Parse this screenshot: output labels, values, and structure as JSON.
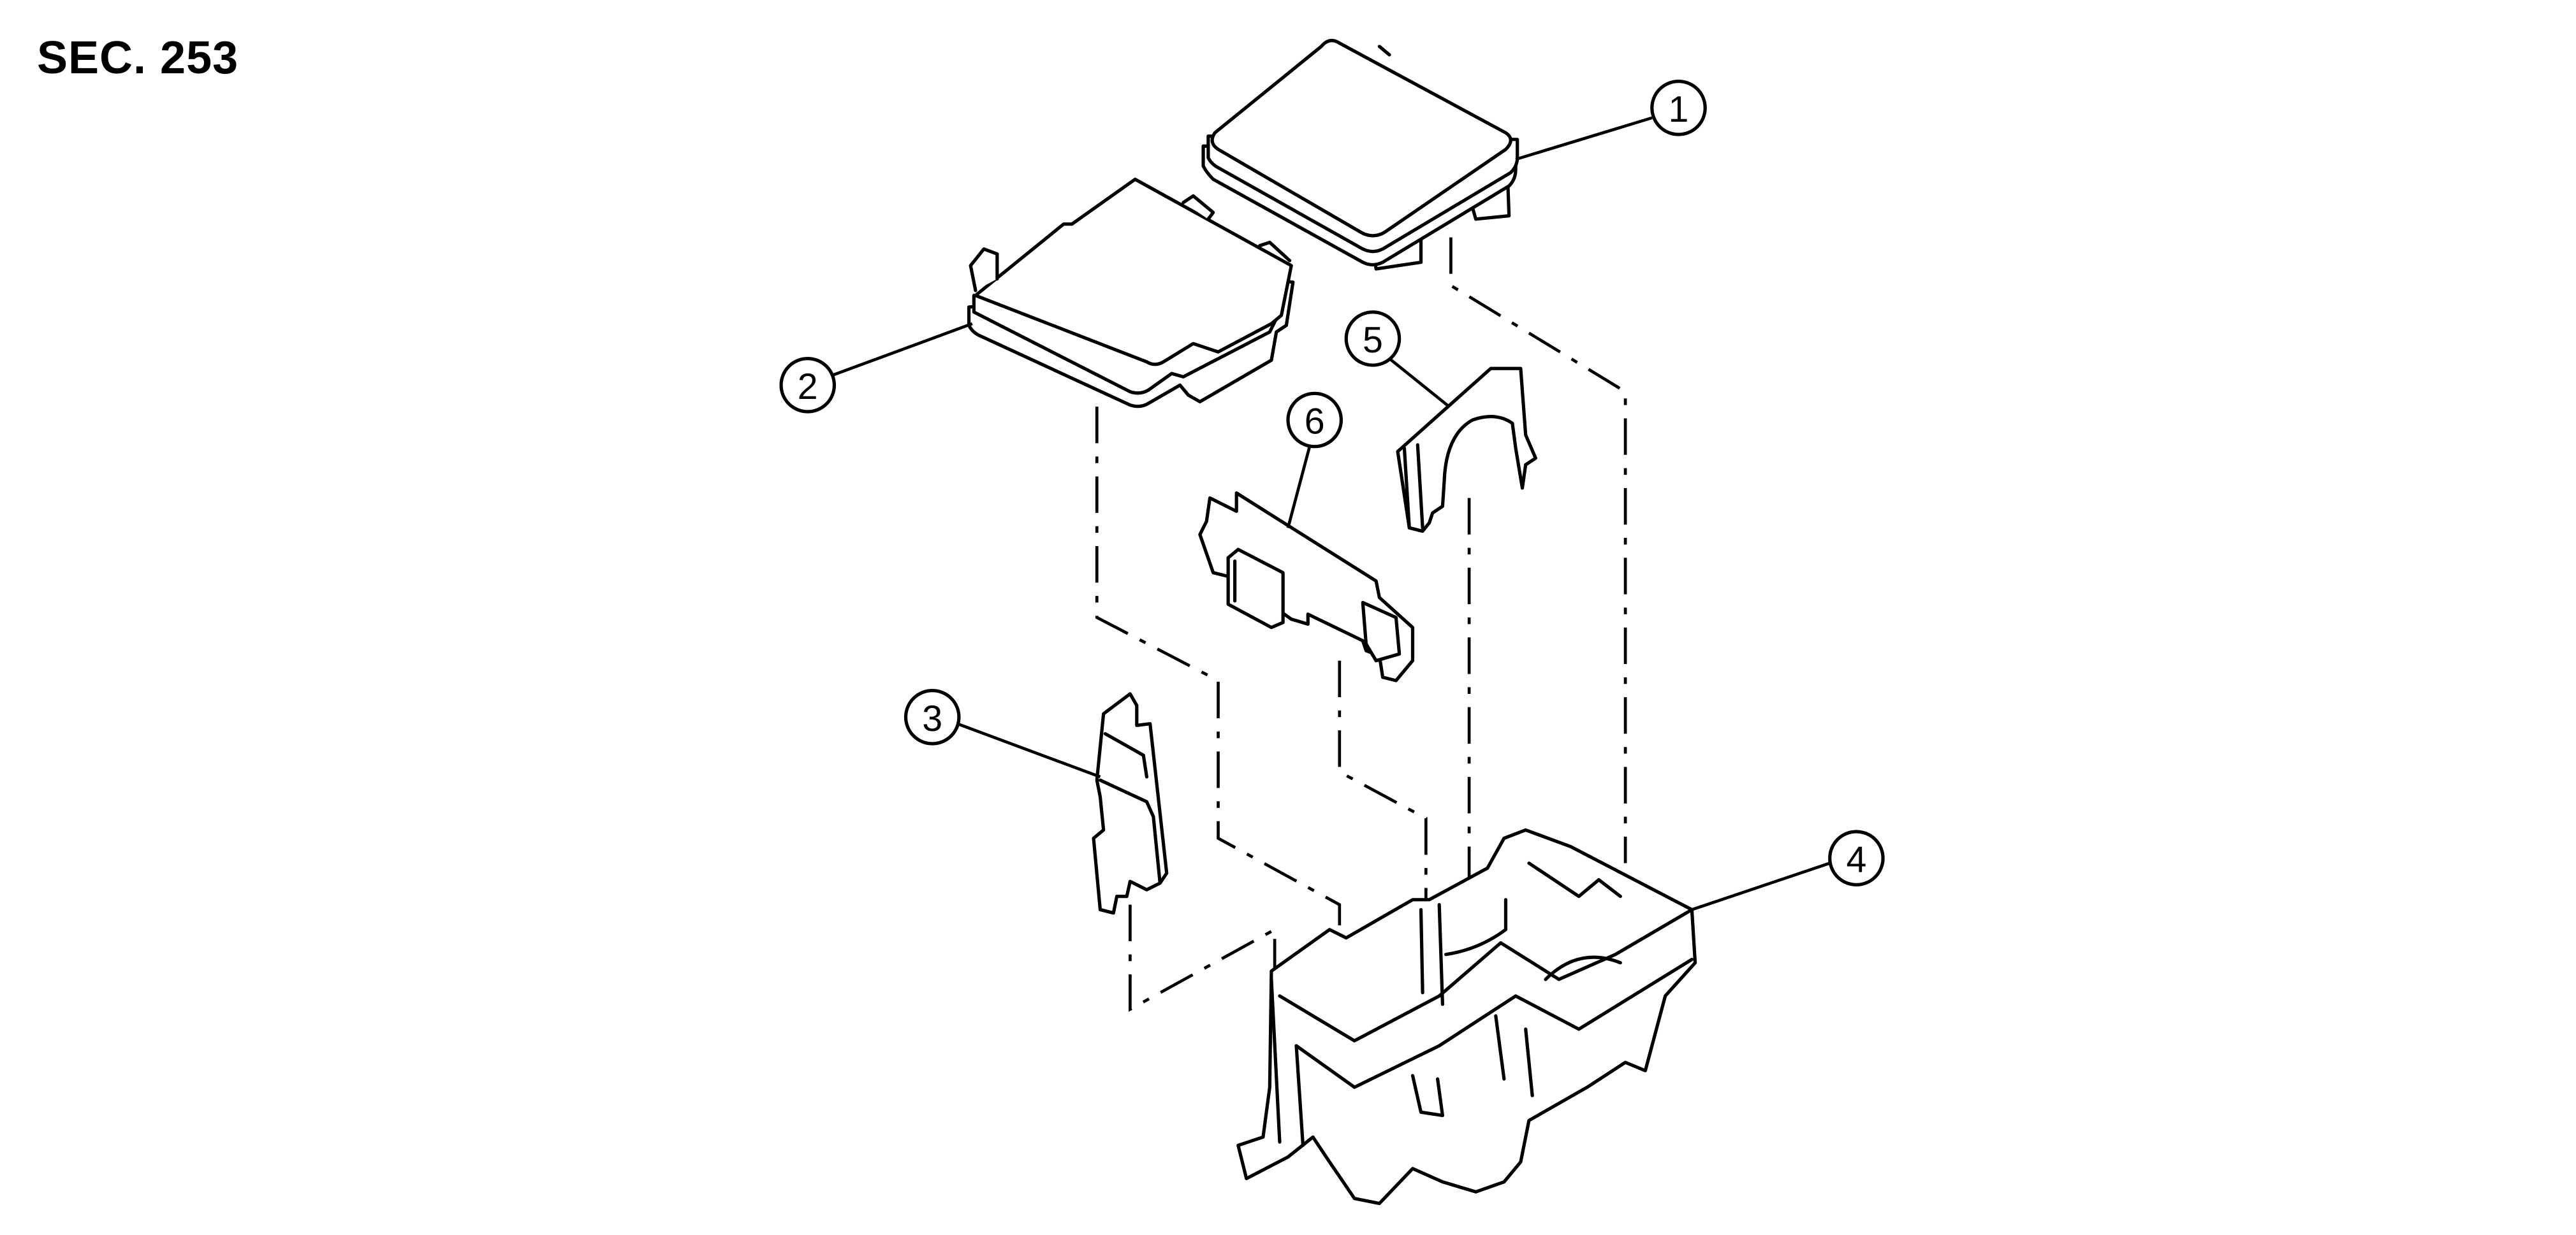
{
  "header": {
    "section_label": "SEC. 253"
  },
  "diagram": {
    "type": "exploded-parts-view",
    "line_color": "#000000",
    "background_color": "#ffffff",
    "callouts": [
      {
        "number": "1",
        "part": "upper-cover"
      },
      {
        "number": "2",
        "part": "cover"
      },
      {
        "number": "3",
        "part": "side-bracket"
      },
      {
        "number": "4",
        "part": "box-base"
      },
      {
        "number": "5",
        "part": "partition"
      },
      {
        "number": "6",
        "part": "connector-plate"
      }
    ]
  }
}
